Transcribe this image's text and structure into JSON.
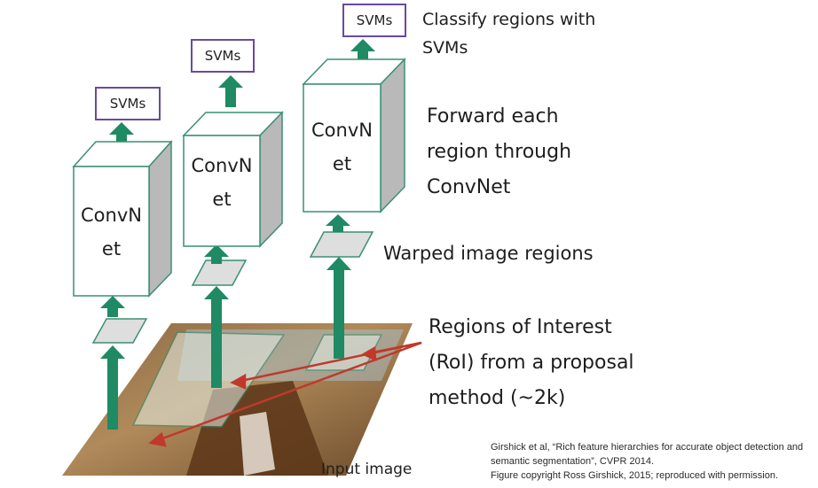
{
  "svm_label": "SVMs",
  "convnet_line1": "ConvN",
  "convnet_line2": "et",
  "labels": {
    "classify_l1": "Classify regions with",
    "classify_l2": "SVMs",
    "forward_l1": "Forward each",
    "forward_l2": "region through",
    "forward_l3": "ConvNet",
    "warped": "Warped image regions",
    "roi_l1": "Regions of Interest",
    "roi_l2": "(RoI) from a proposal",
    "roi_l3": "method (~2k)",
    "input": "Input image"
  },
  "citation": {
    "line1": "Girshick et al, “Rich feature hierarchies for accurate object detection and",
    "line2": "semantic segmentation”, CVPR 2014.",
    "line3": "Figure copyright Ross Girshick, 2015; reproduced with permission."
  },
  "colors": {
    "arrow": "#1f8a64",
    "box_edge": "#3a8f74",
    "box_side": "#b9b9b9",
    "svm_border": "#6a4aa0",
    "roi_line": "#c0392b"
  }
}
